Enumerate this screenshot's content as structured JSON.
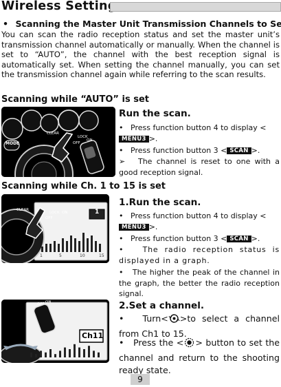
{
  "page": {
    "title": "Wireless Settings",
    "page_number": "9"
  },
  "intro": {
    "bullet": "•",
    "heading": "Scanning the Master Unit Transmission Channels to Set",
    "paragraph": "You can scan the radio reception status and set the master unit’s transmission channel automatically or manually. When the channel is set to “AUTO”, the channel with the best reception signal is automatically set. When setting the channel manually, you can set the transmission channel again while referring to the scan results."
  },
  "section_auto": {
    "title": "Scanning while “AUTO” is set",
    "step_title": "Run the scan.",
    "items": [
      {
        "bullet": "•",
        "before": "Press function button 4 to display <",
        "badge": "MENU3",
        "after": ">."
      },
      {
        "bullet": "•",
        "before": "Press function button 3 <",
        "badge": "SCAN",
        "after": ">."
      },
      {
        "bullet": "➢",
        "text": "The channel is reset to one with a good reception signal."
      }
    ],
    "panel": {
      "labels": [
        "MODE",
        "CLEAR",
        "LOCK",
        "OFF",
        "ON"
      ]
    }
  },
  "section_manual": {
    "title": "Scanning while Ch. 1 to 15 is set",
    "step1_title": "1.Run the scan.",
    "step1_items": [
      {
        "bullet": "•",
        "before": "Press function button 4 to display <",
        "badge": "MENU3",
        "after": ">."
      },
      {
        "bullet": "•",
        "before": "Press function button 3 <",
        "badge": "SCAN",
        "after": ">."
      },
      {
        "bullet": "•",
        "text": "The radio reception status is displayed in a graph."
      },
      {
        "bullet": "•",
        "text": "The higher the peak of the channel in the graph, the better the radio reception signal."
      }
    ],
    "step2_title": "2.Set a channel.",
    "step2_items": [
      {
        "bullet": "•",
        "before": "Turn<",
        "after": ">to select a channel from Ch1 to 15."
      },
      {
        "bullet": "•",
        "before": "Press the <",
        "after": "> button to set the channel and return to the shooting ready state."
      }
    ],
    "panel1": {
      "labels": [
        "CLEAR",
        "LOCK",
        "OFF",
        "ON"
      ],
      "screen_channel": "1",
      "axis_labels": [
        "1",
        "5",
        "10",
        "15"
      ],
      "graph_values": [
        2,
        3,
        3,
        4,
        3,
        5,
        4,
        6,
        5,
        4,
        7,
        5,
        6,
        4,
        3
      ]
    },
    "panel2": {
      "labels": [
        "OFF",
        "ON"
      ],
      "screen_channel": "Ch11",
      "graph_values": [
        3,
        2,
        4,
        3,
        5,
        2,
        4,
        6,
        5,
        8,
        6,
        5,
        7,
        4,
        3
      ]
    }
  }
}
